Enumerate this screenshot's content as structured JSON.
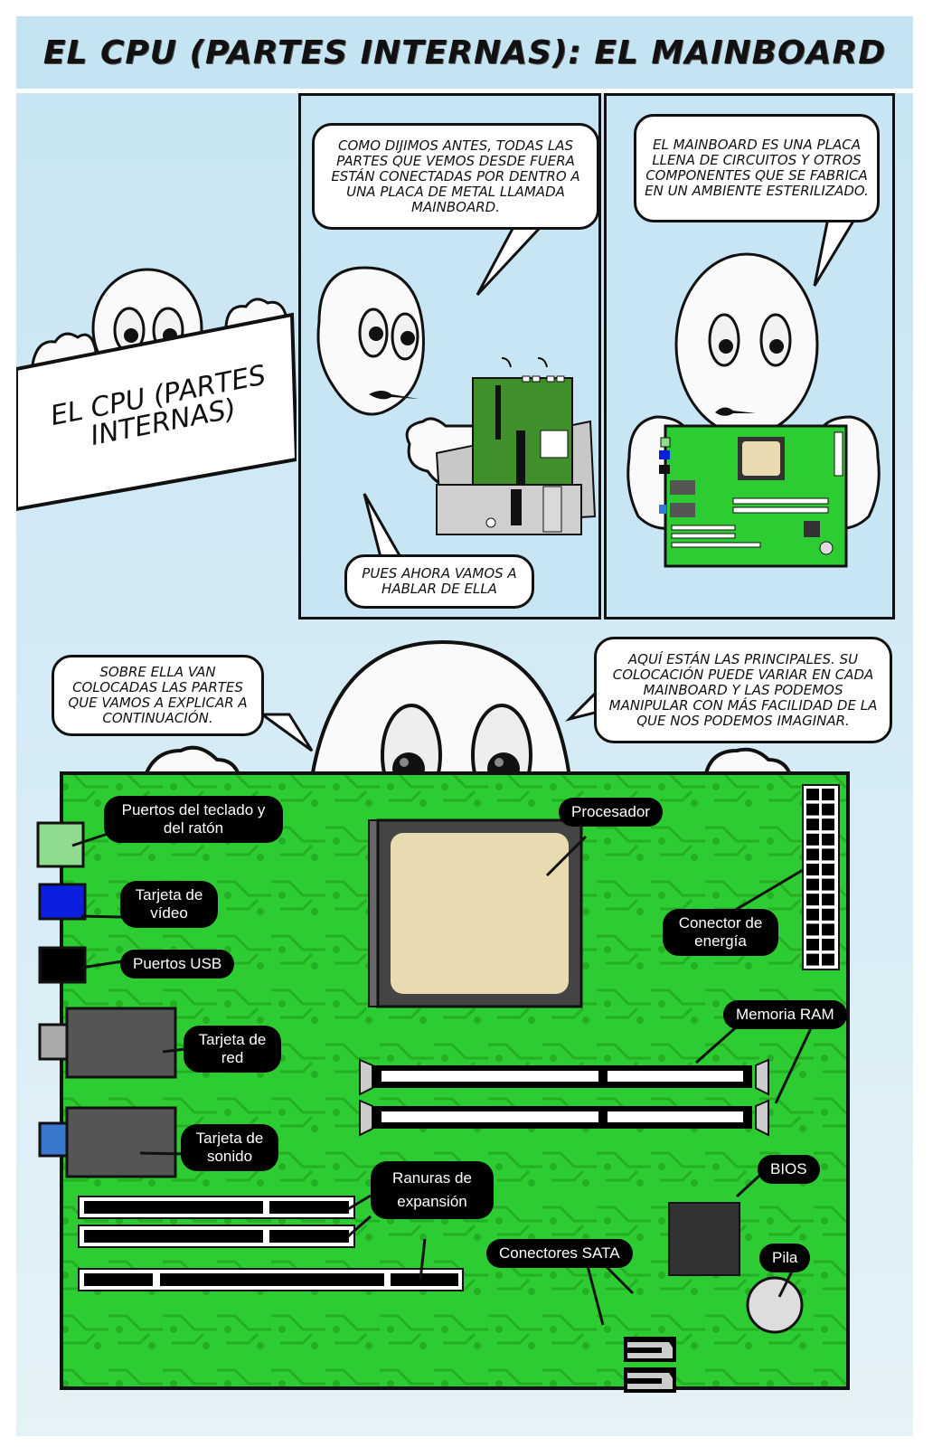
{
  "title": "EL CPU (PARTES INTERNAS): EL MAINBOARD",
  "panel1": {
    "sign_line1": "EL CPU (PARTES",
    "sign_line2": "INTERNAS)"
  },
  "panel2": {
    "bubble_top": "Como dijimos antes, todas las partes que vemos desde fuera están conectadas por dentro a una placa de metal llamada mainboard.",
    "bubble_bottom": "Pues ahora vamos a hablar de ella"
  },
  "panel3": {
    "bubble": "El mainboard es una placa llena de circuitos y otros componentes que se fabrica en un ambiente esterilizado."
  },
  "panel4": {
    "bubble_left": "Sobre ella van colocadas las partes que vamos a explicar a continuación.",
    "bubble_right": "Aquí están las principales. Su colocación puede variar en cada mainboard y las podemos manipular con más facilidad de la que nos podemos imaginar."
  },
  "board_labels": {
    "keyboard_mouse": "Puertos del teclado y del ratón",
    "video": "Tarjeta de vídeo",
    "usb": "Puertos USB",
    "network": "Tarjeta de red",
    "sound": "Tarjeta de sonido",
    "expansion": "Ranuras de expansión",
    "processor": "Procesador",
    "power": "Conector de energía",
    "ram": "Memoria RAM",
    "bios": "BIOS",
    "sata": "Conectores SATA",
    "battery": "Pila"
  },
  "colors": {
    "board_green": "#2ecc33",
    "trace_green": "#22a81f",
    "sky": "#c7e5f2",
    "cpu_beige": "#e8dbb0",
    "video_blue": "#0a1fe0",
    "keyboard_green": "#8fdc8f",
    "sound_blue": "#3a78d0"
  }
}
